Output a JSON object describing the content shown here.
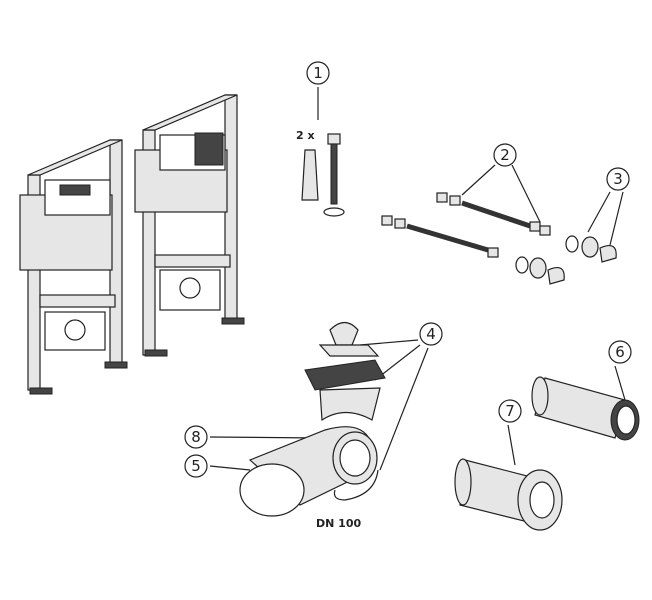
{
  "callouts": {
    "c1": "1",
    "c2": "2",
    "c3": "3",
    "c4": "4",
    "c5": "5",
    "c6": "6",
    "c7": "7",
    "c8": "8"
  },
  "quantity_label": "2 x",
  "pipe_label": "DN 100"
}
